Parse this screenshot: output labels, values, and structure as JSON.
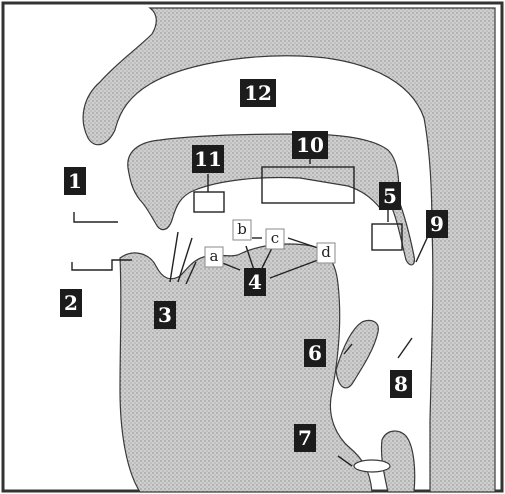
{
  "diagram": {
    "number_labels": [
      "1",
      "2",
      "3",
      "4",
      "5",
      "6",
      "7",
      "8",
      "9",
      "10",
      "11",
      "12"
    ],
    "letter_labels": [
      "a",
      "b",
      "c",
      "d"
    ],
    "colors": {
      "stipple_fill": "#cfcfcf",
      "stipple_dot": "#8a8a8a",
      "outline": "#3a3a3a",
      "label_box": "#1c1c1c",
      "label_text": "#ffffff",
      "letter_box": "#ffffff"
    }
  }
}
